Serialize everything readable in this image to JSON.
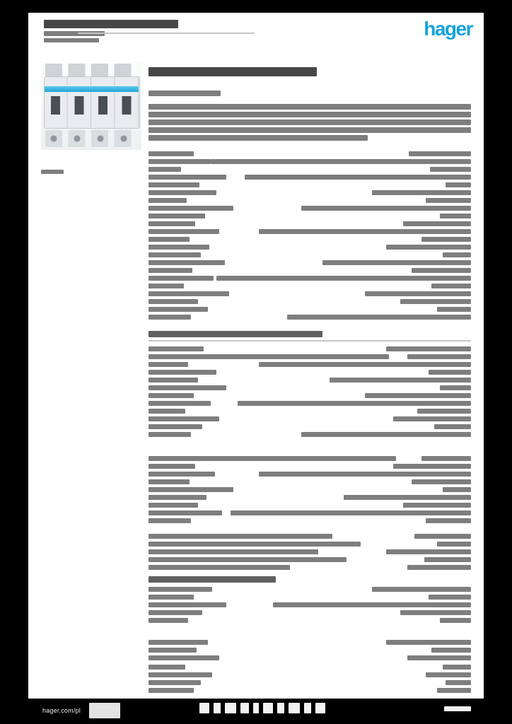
{
  "document": {
    "logo": "hager",
    "footer": {
      "site": "hager.com/pl"
    },
    "colors": {
      "logo_blue": "#17a3dd",
      "stripe_blue": "#1ea6d8",
      "redacted_bar": "#7e7e7e",
      "redacted_dark": "#474747",
      "page_background": "#ffffff",
      "frame": "#000000"
    }
  },
  "bars": [
    [
      62,
      28,
      190,
      12,
      "d"
    ],
    [
      62,
      44,
      86,
      7,
      "m"
    ],
    [
      110,
      46,
      250,
      2,
      "l"
    ],
    [
      62,
      54,
      78,
      6,
      "m"
    ],
    [
      58,
      240,
      32,
      6,
      "m"
    ],
    [
      210,
      95,
      238,
      13,
      "d"
    ],
    [
      210,
      128,
      102,
      8,
      "m"
    ],
    [
      210,
      147,
      456,
      8,
      "m"
    ],
    [
      210,
      158,
      456,
      8,
      "m"
    ],
    [
      210,
      169,
      456,
      8,
      "m"
    ],
    [
      210,
      180,
      456,
      8,
      "m"
    ],
    [
      210,
      191,
      310,
      8,
      "m"
    ],
    [
      210,
      214,
      64,
      7,
      "m"
    ],
    [
      578,
      214,
      88,
      7,
      "m"
    ],
    [
      210,
      225,
      88,
      7,
      "m"
    ],
    [
      298,
      225,
      368,
      7,
      "m"
    ],
    [
      210,
      236,
      46,
      7,
      "m"
    ],
    [
      608,
      236,
      58,
      7,
      "m"
    ],
    [
      210,
      247,
      110,
      7,
      "m"
    ],
    [
      346,
      247,
      320,
      7,
      "m"
    ],
    [
      210,
      258,
      72,
      7,
      "m"
    ],
    [
      630,
      258,
      36,
      7,
      "m"
    ],
    [
      210,
      269,
      96,
      7,
      "m"
    ],
    [
      526,
      269,
      140,
      7,
      "m"
    ],
    [
      210,
      280,
      54,
      7,
      "m"
    ],
    [
      602,
      280,
      64,
      7,
      "m"
    ],
    [
      210,
      291,
      120,
      7,
      "m"
    ],
    [
      426,
      291,
      240,
      7,
      "m"
    ],
    [
      210,
      302,
      80,
      7,
      "m"
    ],
    [
      622,
      302,
      44,
      7,
      "m"
    ],
    [
      210,
      313,
      66,
      7,
      "m"
    ],
    [
      570,
      313,
      96,
      7,
      "m"
    ],
    [
      210,
      324,
      100,
      7,
      "m"
    ],
    [
      366,
      324,
      300,
      7,
      "m"
    ],
    [
      210,
      335,
      58,
      7,
      "m"
    ],
    [
      596,
      335,
      70,
      7,
      "m"
    ],
    [
      210,
      346,
      86,
      7,
      "m"
    ],
    [
      546,
      346,
      120,
      7,
      "m"
    ],
    [
      210,
      357,
      74,
      7,
      "m"
    ],
    [
      626,
      357,
      40,
      7,
      "m"
    ],
    [
      210,
      368,
      108,
      7,
      "m"
    ],
    [
      456,
      368,
      210,
      7,
      "m"
    ],
    [
      210,
      379,
      62,
      7,
      "m"
    ],
    [
      582,
      379,
      84,
      7,
      "m"
    ],
    [
      210,
      390,
      92,
      7,
      "m"
    ],
    [
      306,
      390,
      360,
      7,
      "m"
    ],
    [
      210,
      401,
      50,
      7,
      "m"
    ],
    [
      610,
      401,
      56,
      7,
      "m"
    ],
    [
      210,
      412,
      114,
      7,
      "m"
    ],
    [
      516,
      412,
      150,
      7,
      "m"
    ],
    [
      210,
      423,
      70,
      7,
      "m"
    ],
    [
      566,
      423,
      100,
      7,
      "m"
    ],
    [
      210,
      434,
      84,
      7,
      "m"
    ],
    [
      618,
      434,
      48,
      7,
      "m"
    ],
    [
      210,
      445,
      60,
      7,
      "m"
    ],
    [
      406,
      445,
      260,
      7,
      "m"
    ],
    [
      210,
      468,
      246,
      9,
      "s"
    ],
    [
      210,
      481,
      456,
      2,
      "l"
    ],
    [
      210,
      490,
      78,
      7,
      "m"
    ],
    [
      546,
      490,
      120,
      7,
      "m"
    ],
    [
      210,
      501,
      340,
      7,
      "m"
    ],
    [
      576,
      501,
      90,
      7,
      "m"
    ],
    [
      210,
      512,
      56,
      7,
      "m"
    ],
    [
      366,
      512,
      300,
      7,
      "m"
    ],
    [
      210,
      523,
      96,
      7,
      "m"
    ],
    [
      606,
      523,
      60,
      7,
      "m"
    ],
    [
      210,
      534,
      70,
      7,
      "m"
    ],
    [
      466,
      534,
      200,
      7,
      "m"
    ],
    [
      210,
      545,
      110,
      7,
      "m"
    ],
    [
      622,
      545,
      44,
      7,
      "m"
    ],
    [
      210,
      556,
      64,
      7,
      "m"
    ],
    [
      516,
      556,
      150,
      7,
      "m"
    ],
    [
      210,
      567,
      88,
      7,
      "m"
    ],
    [
      336,
      567,
      330,
      7,
      "m"
    ],
    [
      210,
      578,
      52,
      7,
      "m"
    ],
    [
      590,
      578,
      76,
      7,
      "m"
    ],
    [
      210,
      589,
      100,
      7,
      "m"
    ],
    [
      556,
      589,
      110,
      7,
      "m"
    ],
    [
      210,
      600,
      76,
      7,
      "m"
    ],
    [
      614,
      600,
      52,
      7,
      "m"
    ],
    [
      210,
      611,
      60,
      7,
      "m"
    ],
    [
      426,
      611,
      240,
      7,
      "m"
    ],
    [
      210,
      645,
      350,
      7,
      "m"
    ],
    [
      596,
      645,
      70,
      7,
      "m"
    ],
    [
      210,
      656,
      66,
      7,
      "m"
    ],
    [
      556,
      656,
      110,
      7,
      "m"
    ],
    [
      210,
      667,
      94,
      7,
      "m"
    ],
    [
      366,
      667,
      300,
      7,
      "m"
    ],
    [
      210,
      678,
      58,
      7,
      "m"
    ],
    [
      582,
      678,
      84,
      7,
      "m"
    ],
    [
      210,
      689,
      120,
      7,
      "m"
    ],
    [
      626,
      689,
      40,
      7,
      "m"
    ],
    [
      210,
      700,
      82,
      7,
      "m"
    ],
    [
      486,
      700,
      180,
      7,
      "m"
    ],
    [
      210,
      711,
      70,
      7,
      "m"
    ],
    [
      570,
      711,
      96,
      7,
      "m"
    ],
    [
      210,
      722,
      104,
      7,
      "m"
    ],
    [
      326,
      722,
      340,
      7,
      "m"
    ],
    [
      210,
      733,
      60,
      7,
      "m"
    ],
    [
      602,
      733,
      64,
      7,
      "m"
    ],
    [
      210,
      755,
      260,
      7,
      "m"
    ],
    [
      586,
      755,
      80,
      7,
      "m"
    ],
    [
      210,
      766,
      300,
      7,
      "m"
    ],
    [
      618,
      766,
      48,
      7,
      "m"
    ],
    [
      210,
      777,
      240,
      7,
      "m"
    ],
    [
      546,
      777,
      120,
      7,
      "m"
    ],
    [
      210,
      788,
      280,
      7,
      "m"
    ],
    [
      600,
      788,
      66,
      7,
      "m"
    ],
    [
      210,
      799,
      200,
      7,
      "m"
    ],
    [
      576,
      799,
      90,
      7,
      "m"
    ],
    [
      210,
      815,
      180,
      9,
      "s"
    ],
    [
      210,
      830,
      90,
      7,
      "m"
    ],
    [
      526,
      830,
      140,
      7,
      "m"
    ],
    [
      210,
      841,
      64,
      7,
      "m"
    ],
    [
      606,
      841,
      60,
      7,
      "m"
    ],
    [
      210,
      852,
      110,
      7,
      "m"
    ],
    [
      386,
      852,
      280,
      7,
      "m"
    ],
    [
      210,
      863,
      76,
      7,
      "m"
    ],
    [
      566,
      863,
      100,
      7,
      "m"
    ],
    [
      210,
      874,
      56,
      7,
      "m"
    ],
    [
      622,
      874,
      44,
      7,
      "m"
    ],
    [
      210,
      905,
      84,
      7,
      "m"
    ],
    [
      546,
      905,
      120,
      7,
      "m"
    ],
    [
      210,
      916,
      68,
      7,
      "m"
    ],
    [
      610,
      916,
      56,
      7,
      "m"
    ],
    [
      210,
      927,
      100,
      7,
      "m"
    ],
    [
      576,
      927,
      90,
      7,
      "m"
    ],
    [
      210,
      940,
      52,
      7,
      "m"
    ],
    [
      626,
      940,
      40,
      7,
      "m"
    ],
    [
      210,
      951,
      90,
      7,
      "m"
    ],
    [
      602,
      951,
      64,
      7,
      "m"
    ],
    [
      210,
      962,
      74,
      7,
      "m"
    ],
    [
      630,
      962,
      36,
      7,
      "m"
    ],
    [
      210,
      973,
      64,
      7,
      "m"
    ],
    [
      618,
      973,
      48,
      7,
      "m"
    ],
    [
      126,
      994,
      44,
      22,
      "p"
    ],
    [
      282,
      994,
      14,
      15,
      "w"
    ],
    [
      302,
      994,
      10,
      15,
      "w"
    ],
    [
      318,
      994,
      16,
      15,
      "w"
    ],
    [
      340,
      994,
      12,
      15,
      "w"
    ],
    [
      358,
      994,
      8,
      15,
      "w"
    ],
    [
      372,
      994,
      14,
      15,
      "w"
    ],
    [
      392,
      994,
      10,
      15,
      "w"
    ],
    [
      408,
      994,
      16,
      15,
      "w"
    ],
    [
      430,
      994,
      10,
      15,
      "w"
    ],
    [
      446,
      994,
      14,
      15,
      "w"
    ],
    [
      628,
      999,
      38,
      7,
      "w"
    ]
  ]
}
